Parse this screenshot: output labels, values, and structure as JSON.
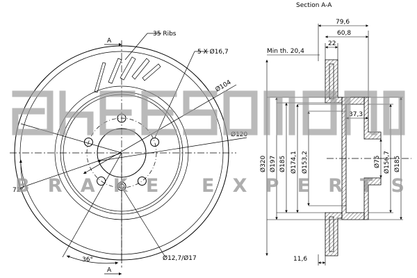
{
  "watermark": {
    "brand": "AKEBONO",
    "tagline": "BRAKE EXPERTS"
  },
  "section": {
    "title": "Section A-A",
    "cut_marker": "A"
  },
  "front_view": {
    "ribs_label": "35 Ribs",
    "holes_label": "5 X Ø16,7",
    "pcd_label": "Ø104",
    "center_bore_label": "Ø120",
    "small_hole_label": "Ø12,7/Ø17",
    "angle_72": "72°",
    "angle_36": "36°"
  },
  "side_view": {
    "min_thickness": "Min th. 20,4",
    "dim_79_6": "79,6",
    "dim_60_8": "60,8",
    "dim_22": "22",
    "dim_37_3": "37,3",
    "dim_11_6": "11,6",
    "diameters_left": [
      "Ø320",
      "Ø197",
      "Ø185",
      "Ø174,1",
      "Ø153,2"
    ],
    "diameters_right": [
      "Ø75",
      "Ø156,7",
      "Ø185"
    ]
  }
}
